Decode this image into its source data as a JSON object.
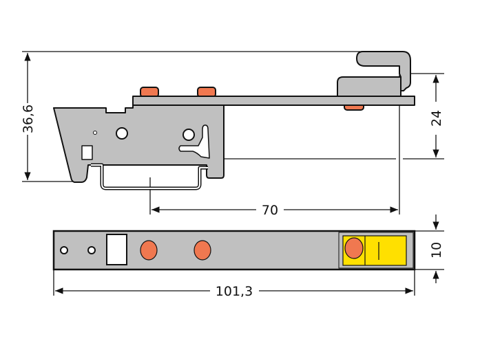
{
  "drawing": {
    "dimensions": {
      "height_total": "36,6",
      "height_rail": "24",
      "rail_span": "70",
      "width": "10",
      "length": "101,3"
    },
    "colors": {
      "body": "#c0c0c0",
      "outline": "#111111",
      "marker": "#f07850",
      "release": "#ffe000"
    }
  }
}
